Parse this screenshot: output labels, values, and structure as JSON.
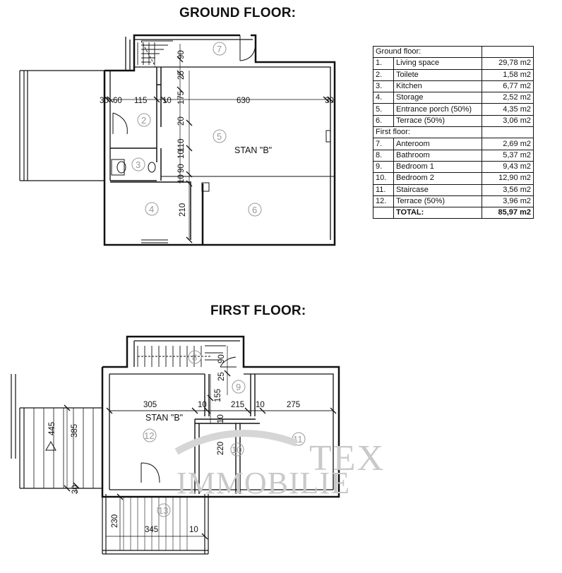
{
  "headings": {
    "ground": "GROUND FLOOR:",
    "first": "FIRST FLOOR:"
  },
  "ground_plan": {
    "apartment_label": "STAN \"B\"",
    "dims": {
      "d630": "630",
      "d30a": "30",
      "d60": "60",
      "d115": "115",
      "d10a": "10",
      "d30b": "30",
      "v90": "90",
      "v25": "25",
      "v175": "175",
      "v20": "20",
      "v110": "110",
      "v10a": "10",
      "v90b": "90",
      "v10b": "10",
      "v210": "210"
    },
    "rooms": [
      "2",
      "3",
      "4",
      "5",
      "6",
      "7"
    ]
  },
  "first_plan": {
    "apartment_label": "STAN \"B\"",
    "dims": {
      "d305": "305",
      "d10a": "10",
      "d215": "215",
      "d10b": "10",
      "d275": "275",
      "v90": "90",
      "v25": "25",
      "v155": "155",
      "v10": "10",
      "v220": "220",
      "v445": "445",
      "v385": "385",
      "v30": "30",
      "v230": "230",
      "d345": "345",
      "d10c": "10"
    },
    "rooms": [
      "8",
      "9",
      "10",
      "11",
      "12",
      "13"
    ]
  },
  "area_table": {
    "ground_header": "Ground floor:",
    "first_header": "First floor:",
    "ground_rows": [
      {
        "no": "1.",
        "name": "Living space",
        "area": "29,78 m2"
      },
      {
        "no": "2.",
        "name": "Toilete",
        "area": "1,58 m2"
      },
      {
        "no": "3.",
        "name": "Kitchen",
        "area": "6,77 m2"
      },
      {
        "no": "4.",
        "name": "Storage",
        "area": "2,52 m2"
      },
      {
        "no": "5.",
        "name": "Entrance porch (50%)",
        "area": "4,35 m2"
      },
      {
        "no": "6.",
        "name": "Terrace (50%)",
        "area": "3,06 m2"
      }
    ],
    "first_rows": [
      {
        "no": "7.",
        "name": "Anteroom",
        "area": "2,69 m2"
      },
      {
        "no": "8.",
        "name": "Bathroom",
        "area": "5,37 m2"
      },
      {
        "no": "9.",
        "name": "Bedroom 1",
        "area": "9,43 m2"
      },
      {
        "no": "10.",
        "name": "Bedroom 2",
        "area": "12,90 m2"
      },
      {
        "no": "11.",
        "name": "Staircase",
        "area": "3,56 m2"
      },
      {
        "no": "12.",
        "name": "Terrace (50%)",
        "area": "3,96 m2"
      }
    ],
    "total_label": "TOTAL:",
    "total_value": "85,97 m2"
  },
  "watermark": {
    "line1": "TEX",
    "line2": "IMMOBILIE"
  }
}
